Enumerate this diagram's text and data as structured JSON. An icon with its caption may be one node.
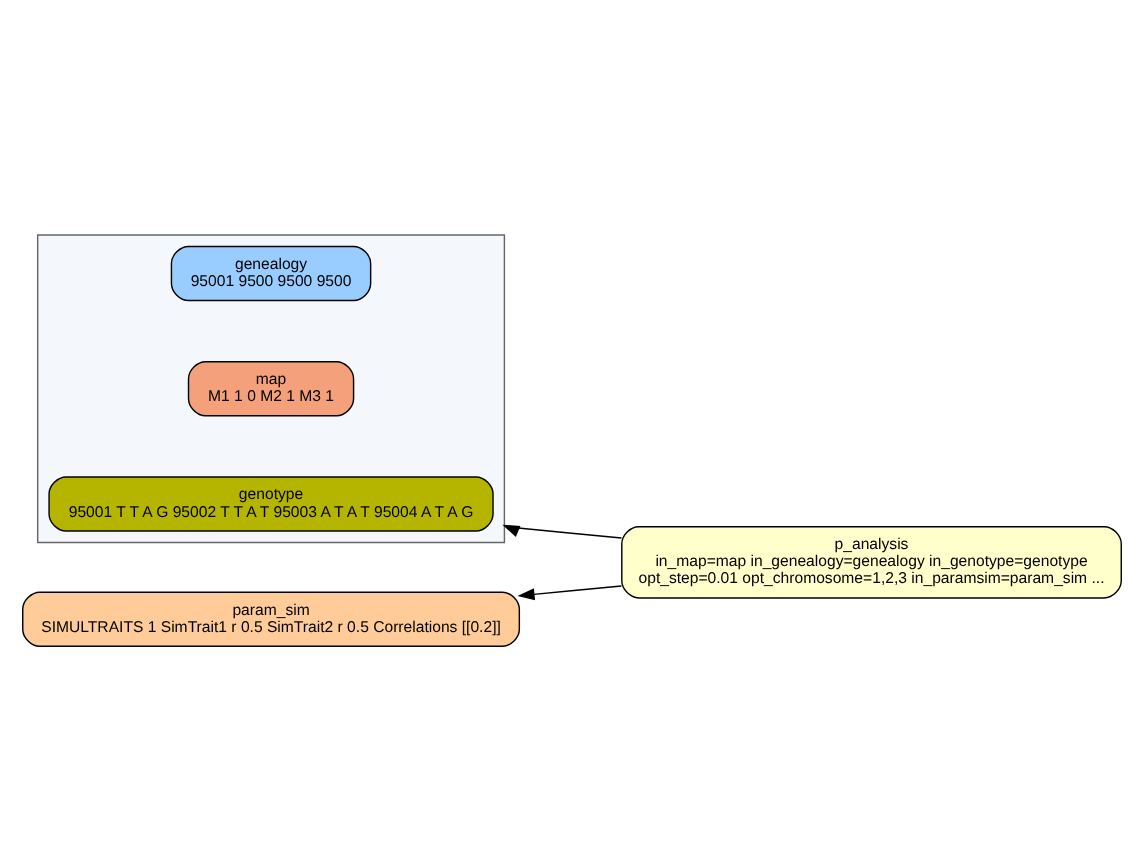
{
  "diagram": {
    "nodes": [
      {
        "text": [],
        "shape": "box"
      },
      {
        "text": [
          "genealogy",
          "95001 9500 9500 9500"
        ],
        "in": 0
      },
      {
        "text": [
          "map",
          "M1 1 0 M2 1 M3 1"
        ],
        "in": 0
      },
      {
        "text": [
          "genotype",
          "95001 T T A G 95002 T T A T 95003 A T A T 95004 A T A G"
        ],
        "in": 0
      },
      {
        "text": [
          "p_analysis",
          "in_map=map in_genealogy=genealogy in_genotype=genotype",
          "opt_step=0.01 opt_chromosome=1,2,3 in_paramsim=param_sim ..."
        ]
      },
      {
        "text": [
          "param_sim",
          "SIMULTRAITS 1 SimTrait1 r 0.5 SimTrait2 r 0.5 Correlations [[0.2]]"
        ]
      }
    ],
    "edges": [
      {
        "from": 4,
        "to": 0,
        "arrow": "to"
      },
      {
        "from": 4,
        "to": 5,
        "arrow": "to"
      }
    ]
  }
}
